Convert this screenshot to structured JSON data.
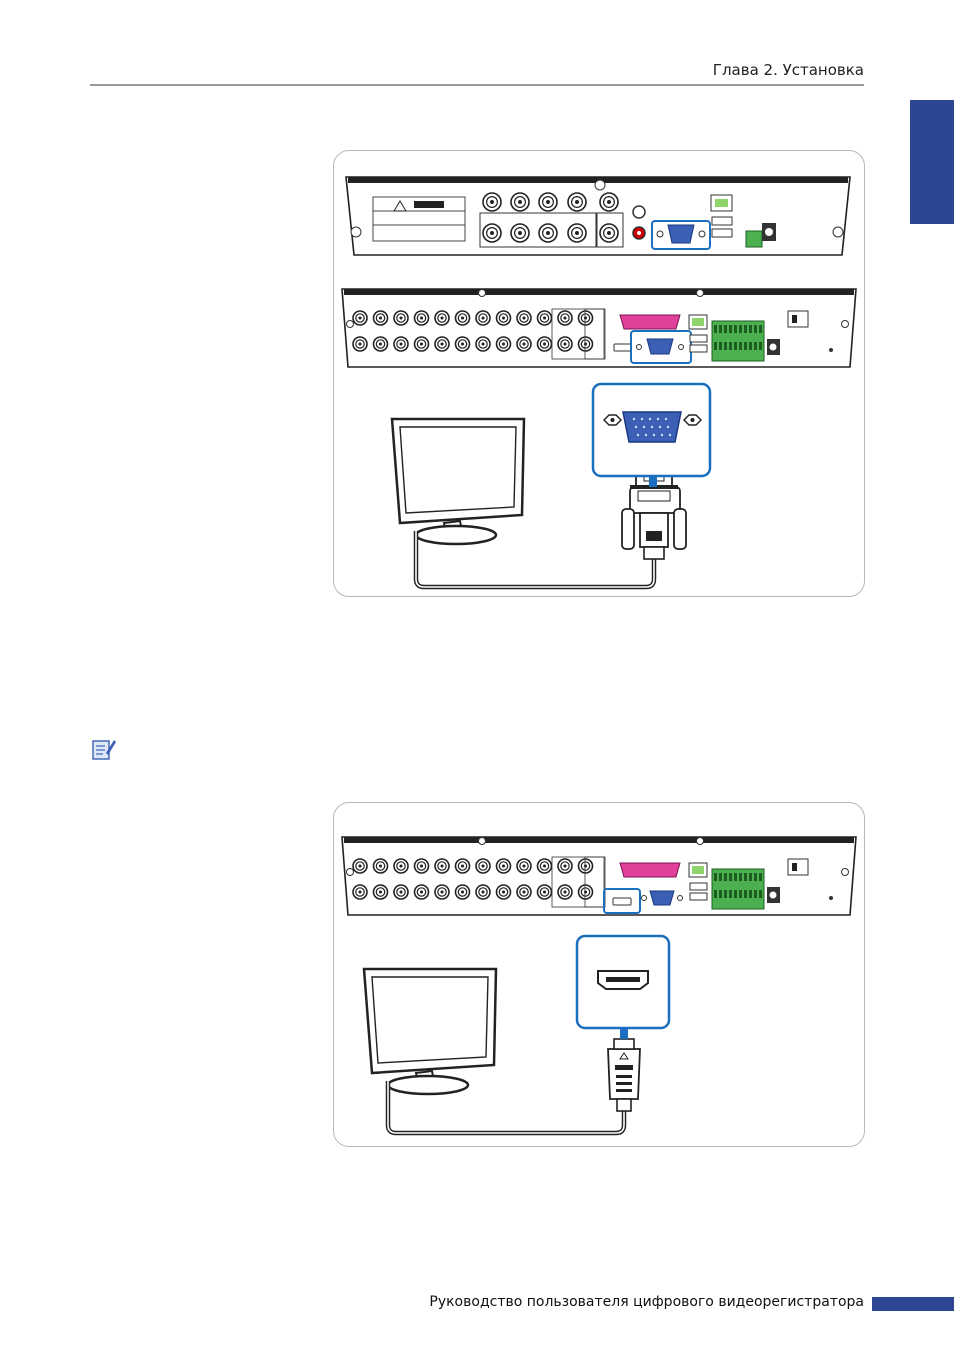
{
  "header": {
    "chapter_title": "Глава 2. Установка"
  },
  "footer": {
    "manual_title": "Руководство пользователя цифрового видеорегистратора"
  },
  "colors": {
    "accent": "#2d4694",
    "highlight": "#1a6fc0",
    "connector": "#3a5fb5",
    "terminal": "#4caf50",
    "serial_port": "#e0409a"
  },
  "figures": [
    {
      "name": "vga-connection",
      "icon": "vga-port-icon",
      "devices": [
        "dvr-rear-panel-small",
        "dvr-rear-panel-large",
        "monitor",
        "vga-cable"
      ]
    },
    {
      "name": "hdmi-connection",
      "icon": "hdmi-port-icon",
      "devices": [
        "dvr-rear-panel-large",
        "monitor",
        "hdmi-cable"
      ]
    }
  ],
  "note": {
    "icon": "note-icon"
  }
}
